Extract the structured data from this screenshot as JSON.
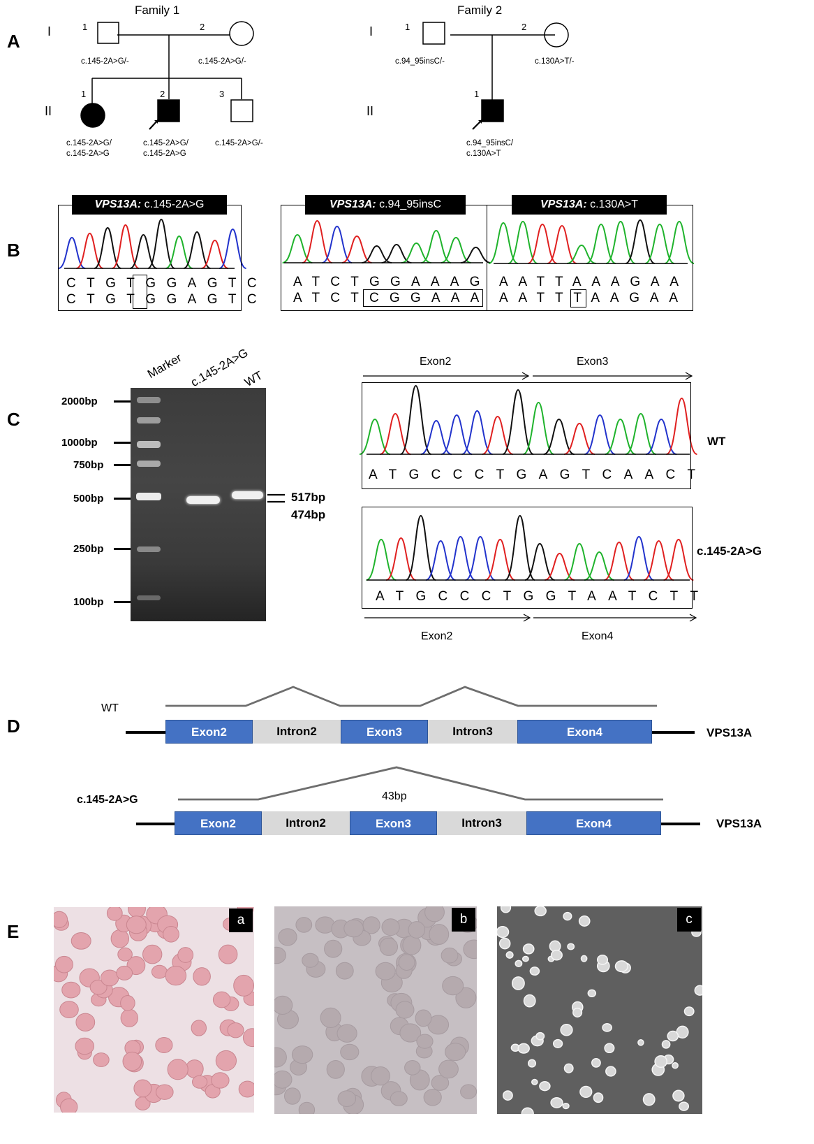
{
  "panel_labels": [
    "A",
    "B",
    "C",
    "D",
    "E"
  ],
  "panelA": {
    "family1": {
      "title": "Family 1",
      "generations": [
        "I",
        "II"
      ],
      "individuals": [
        {
          "id": "I-1",
          "num": "1",
          "variant": "c.145-2A>G/-"
        },
        {
          "id": "I-2",
          "num": "2",
          "variant": "c.145-2A>G/-"
        },
        {
          "id": "II-1",
          "num": "1",
          "variant_l1": "c.145-2A>G/",
          "variant_l2": "c.145-2A>G"
        },
        {
          "id": "II-2",
          "num": "2",
          "variant_l1": "c.145-2A>G/",
          "variant_l2": "c.145-2A>G"
        },
        {
          "id": "II-3",
          "num": "3",
          "variant": "c.145-2A>G/-"
        }
      ]
    },
    "family2": {
      "title": "Family 2",
      "generations": [
        "I",
        "II"
      ],
      "individuals": [
        {
          "id": "I-1",
          "num": "1",
          "variant": "c.94_95insC/-"
        },
        {
          "id": "I-2",
          "num": "2",
          "variant": "c.130A>T/-"
        },
        {
          "id": "II-1",
          "num": "1",
          "variant_l1": "c.94_95insC/",
          "variant_l2": "c.130A>T"
        }
      ]
    }
  },
  "panelB": {
    "box1": {
      "gene": "VPS13A:",
      "variant": "c.145-2A>G",
      "ref": "CTGTGGAGTC",
      "alt": "CTGTGGAGTC"
    },
    "box2": {
      "gene": "VPS13A:",
      "variant": "c.94_95insC",
      "ref": "ATCTGGAAAG",
      "alt": "ATCTCGGAAA"
    },
    "box3": {
      "gene": "VPS13A:",
      "variant": "c.130A>T",
      "ref": "AATTAAAGAA",
      "alt": "AATTTAAGAA"
    }
  },
  "panelC": {
    "gel": {
      "lanes": [
        "Marker",
        "c.145-2A>G",
        "WT"
      ],
      "ladder": [
        "2000bp",
        "1000bp",
        "750bp",
        "500bp",
        "250bp",
        "100bp"
      ],
      "bands": [
        "517bp",
        "474bp"
      ]
    },
    "chrom_wt": {
      "label": "WT",
      "sequence": "ATGCCCTGAGTCAACT",
      "exon_left": "Exon2",
      "exon_right": "Exon3"
    },
    "chrom_mut": {
      "label": "c.145-2A>G",
      "sequence": "ATGCCCTGGTAATCTT",
      "exon_left": "Exon2",
      "exon_right": "Exon4"
    }
  },
  "panelD": {
    "wt": {
      "label": "WT",
      "gene": "VPS13A",
      "segments": [
        "Exon2",
        "Intron2",
        "Exon3",
        "Intron3",
        "Exon4"
      ]
    },
    "mut": {
      "label": "c.145-2A>G",
      "gene": "VPS13A",
      "segments": [
        "Exon2",
        "Intron2",
        "Exon3",
        "Intron3",
        "Exon4"
      ],
      "note": "43bp"
    }
  },
  "panelE": {
    "images": [
      {
        "label": "a",
        "description": "blood smear"
      },
      {
        "label": "b",
        "description": "blood smear"
      },
      {
        "label": "c",
        "description": "scanning electron micrograph"
      }
    ]
  },
  "colors": {
    "exon": "#4472c4",
    "intron": "#d9d9d9",
    "trace_a": "#1fb32c",
    "trace_c": "#2233cc",
    "trace_g": "#111111",
    "trace_t": "#e02020"
  }
}
